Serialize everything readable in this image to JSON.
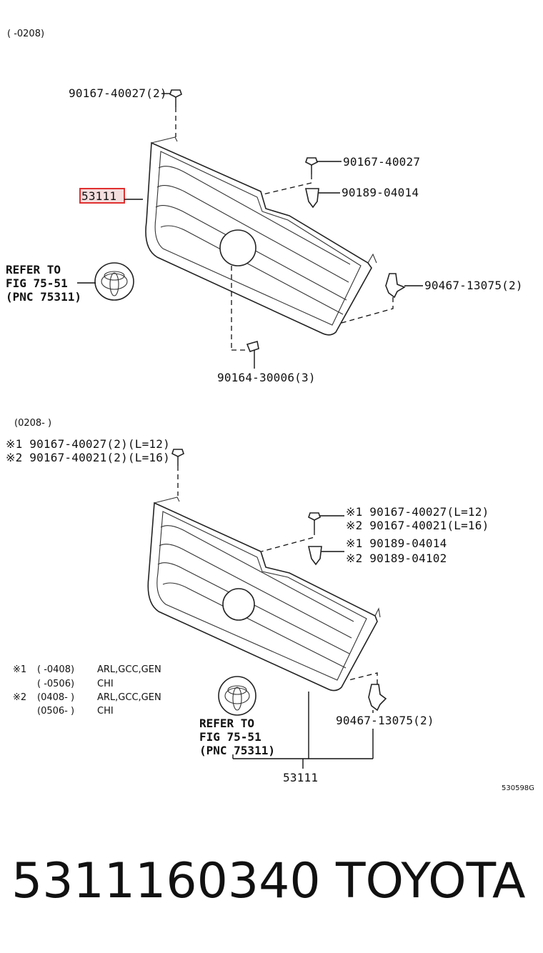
{
  "top_section": {
    "range_label": "(      -0208)",
    "parts": {
      "grille": "53111",
      "screw_top": "90167-40027(2)",
      "screw_right": "90167-40027",
      "clip_right": "90189-04014",
      "clip_side": "90467-13075(2)",
      "screw_bottom": "90164-30006(3)"
    },
    "reference": {
      "line1": "REFER TO",
      "line2": "FIG 75-51",
      "line3": "(PNC 75311)"
    }
  },
  "bottom_section": {
    "range_label": "(0208-      )",
    "screw_top_lines": [
      "※1 90167-40027(2)(L=12)",
      "※2 90167-40021(2)(L=16)"
    ],
    "screw_right_lines": [
      "※1 90167-40027(L=12)",
      "※2 90167-40021(L=16)"
    ],
    "clip_right_lines": [
      "※1 90189-04014",
      "※2 90189-04102"
    ],
    "notes": [
      {
        "mark": "※1",
        "range": "(      -0408)",
        "text": "ARL,GCC,GEN"
      },
      {
        "mark": "",
        "range": "(      -0506)",
        "text": "CHI"
      },
      {
        "mark": "※2",
        "range": "(0408-      )",
        "text": "ARL,GCC,GEN"
      },
      {
        "mark": "",
        "range": "(0506-      )",
        "text": "CHI"
      }
    ],
    "clip_side": "90467-13075(2)",
    "reference": {
      "line1": "REFER TO",
      "line2": "FIG 75-51",
      "line3": "(PNC 75311)"
    },
    "assembly": "53111",
    "drawing_code": "530598G"
  },
  "footer": {
    "part_number": "5311160340",
    "brand": "TOYOTA"
  },
  "colors": {
    "highlight_box": "#e03030",
    "ink": "#111111"
  }
}
